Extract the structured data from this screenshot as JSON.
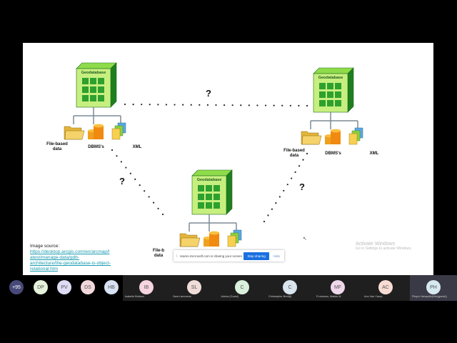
{
  "slide": {
    "units": [
      {
        "title": "Geodatabase",
        "children": [
          "File-based\ndata",
          "DBMS's",
          "XML"
        ]
      },
      {
        "title": "Geodatabase",
        "children": [
          "File-based\ndata",
          "DBMS's",
          "XML"
        ]
      },
      {
        "title": "Geodatabase",
        "children": [
          "File-b\ndata",
          "",
          ""
        ]
      }
    ],
    "question_marks": [
      "?",
      "?",
      "?"
    ],
    "image_source": {
      "label": "Image source:",
      "link": "https://desktop.arcgis.com/en/arcmap/latest/manage-data/gdb-architecture/the-geodatabase-is-object-relational.htm",
      "link_lines": [
        "https://desktop.arcgis.com/en/arcmap/l",
        "atest/manage-data/gdb-",
        "architecture/the-geodatabase-is-object-",
        "relational.htm"
      ]
    },
    "colors": {
      "cube": "#2ea02e",
      "cube_light": "#c7ef7f",
      "link": "#1a9bb0",
      "connector": "#7d8a96"
    }
  },
  "share_bar": {
    "message": "teams.microsoft.com is sharing your screen.",
    "stop_label": "Stop sharing",
    "hide_label": "Hide",
    "accent": "#1a6fe0"
  },
  "watermark": {
    "title": "Activate Windows",
    "subtitle": "Go to Settings to activate Windows."
  },
  "participants": {
    "overflow": "+95",
    "small": [
      {
        "initials": "DP",
        "color": "#e6f2dc"
      },
      {
        "initials": "PV",
        "color": "#dcdcf4"
      },
      {
        "initials": "DS",
        "color": "#f2d8dc"
      },
      {
        "initials": "HB",
        "color": "#d6e2f4"
      }
    ],
    "tiles": [
      {
        "initials": "IB",
        "name": "Isabelle Bridoux",
        "color": "#f6d4e0"
      },
      {
        "initials": "SL",
        "name": "Sara Lammens",
        "color": "#f0dcd8"
      },
      {
        "initials": "C",
        "name": "Jolena (Guest)",
        "color": "#d8f0dc"
      },
      {
        "initials": "C",
        "name": "Christopher Brett(t)",
        "color": "#d8e4ee"
      },
      {
        "initials": "MF",
        "name": "Fructuoso, Matias M",
        "color": "#f0d8ec"
      },
      {
        "initials": "AC",
        "name": "Ann Van Camp",
        "color": "#f8dcd4"
      },
      {
        "initials": "PH",
        "name": "Pieyre Hanquillo(Hes(guest))",
        "color": "#d6e8f0"
      }
    ]
  }
}
